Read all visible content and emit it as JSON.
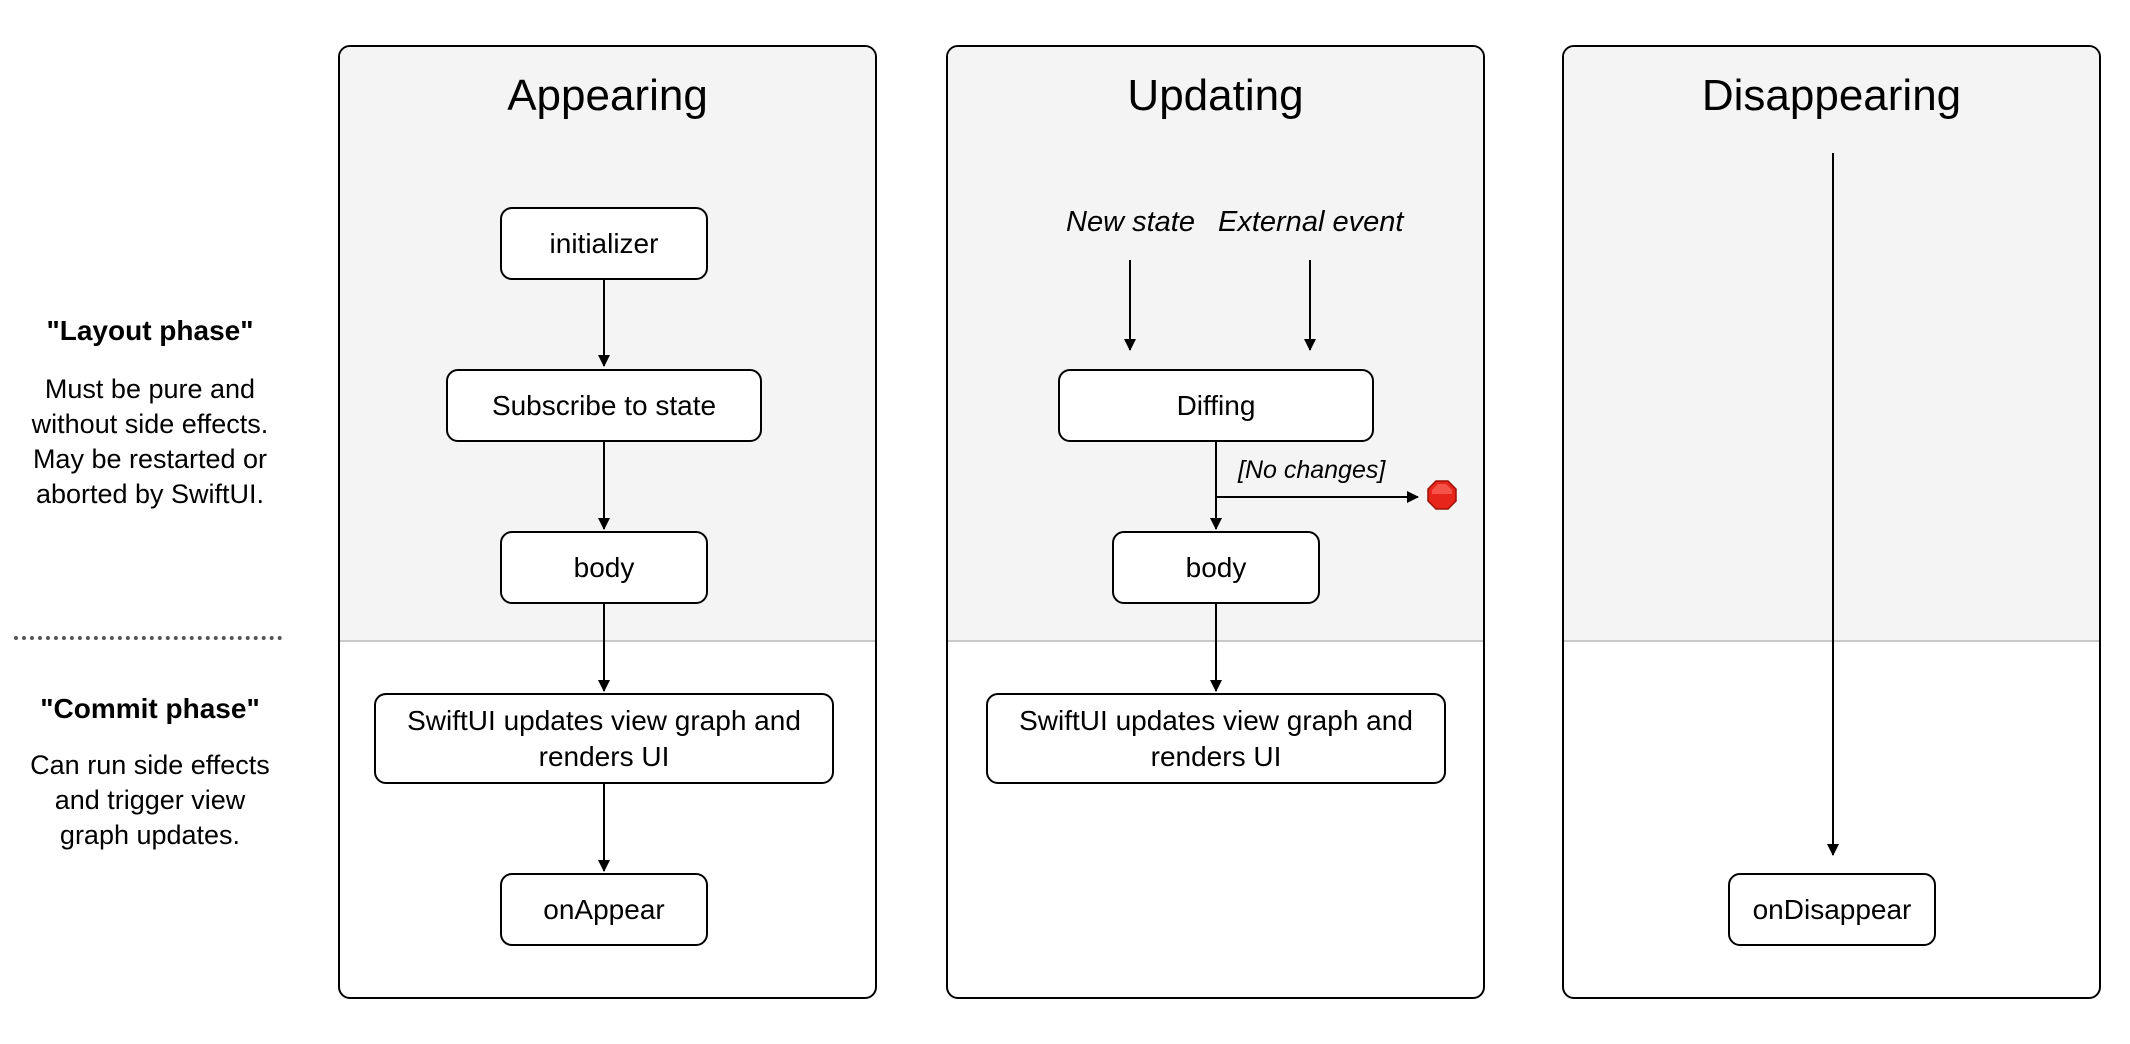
{
  "phases": {
    "layout": {
      "title": "\"Layout phase\"",
      "description": "Must be pure and without side effects. May be restarted or aborted by SwiftUI."
    },
    "commit": {
      "title": "\"Commit phase\"",
      "description": "Can run side effects and trigger view graph updates."
    }
  },
  "columns": {
    "appearing": {
      "title": "Appearing",
      "nodes": {
        "initializer": "initializer",
        "subscribe": "Subscribe to state",
        "body": "body",
        "render": "SwiftUI updates view graph and renders UI",
        "on_appear": "onAppear"
      }
    },
    "updating": {
      "title": "Updating",
      "triggers": {
        "new_state": "New state",
        "external_event": "External event"
      },
      "nodes": {
        "diffing": "Diffing",
        "body": "body",
        "render": "SwiftUI updates view graph and renders UI"
      },
      "guard_label": "[No changes]",
      "stop_icon": "stop-sign-icon",
      "stop_color": "#e8251b"
    },
    "disappearing": {
      "title": "Disappearing",
      "nodes": {
        "on_disappear": "onDisappear"
      }
    }
  }
}
